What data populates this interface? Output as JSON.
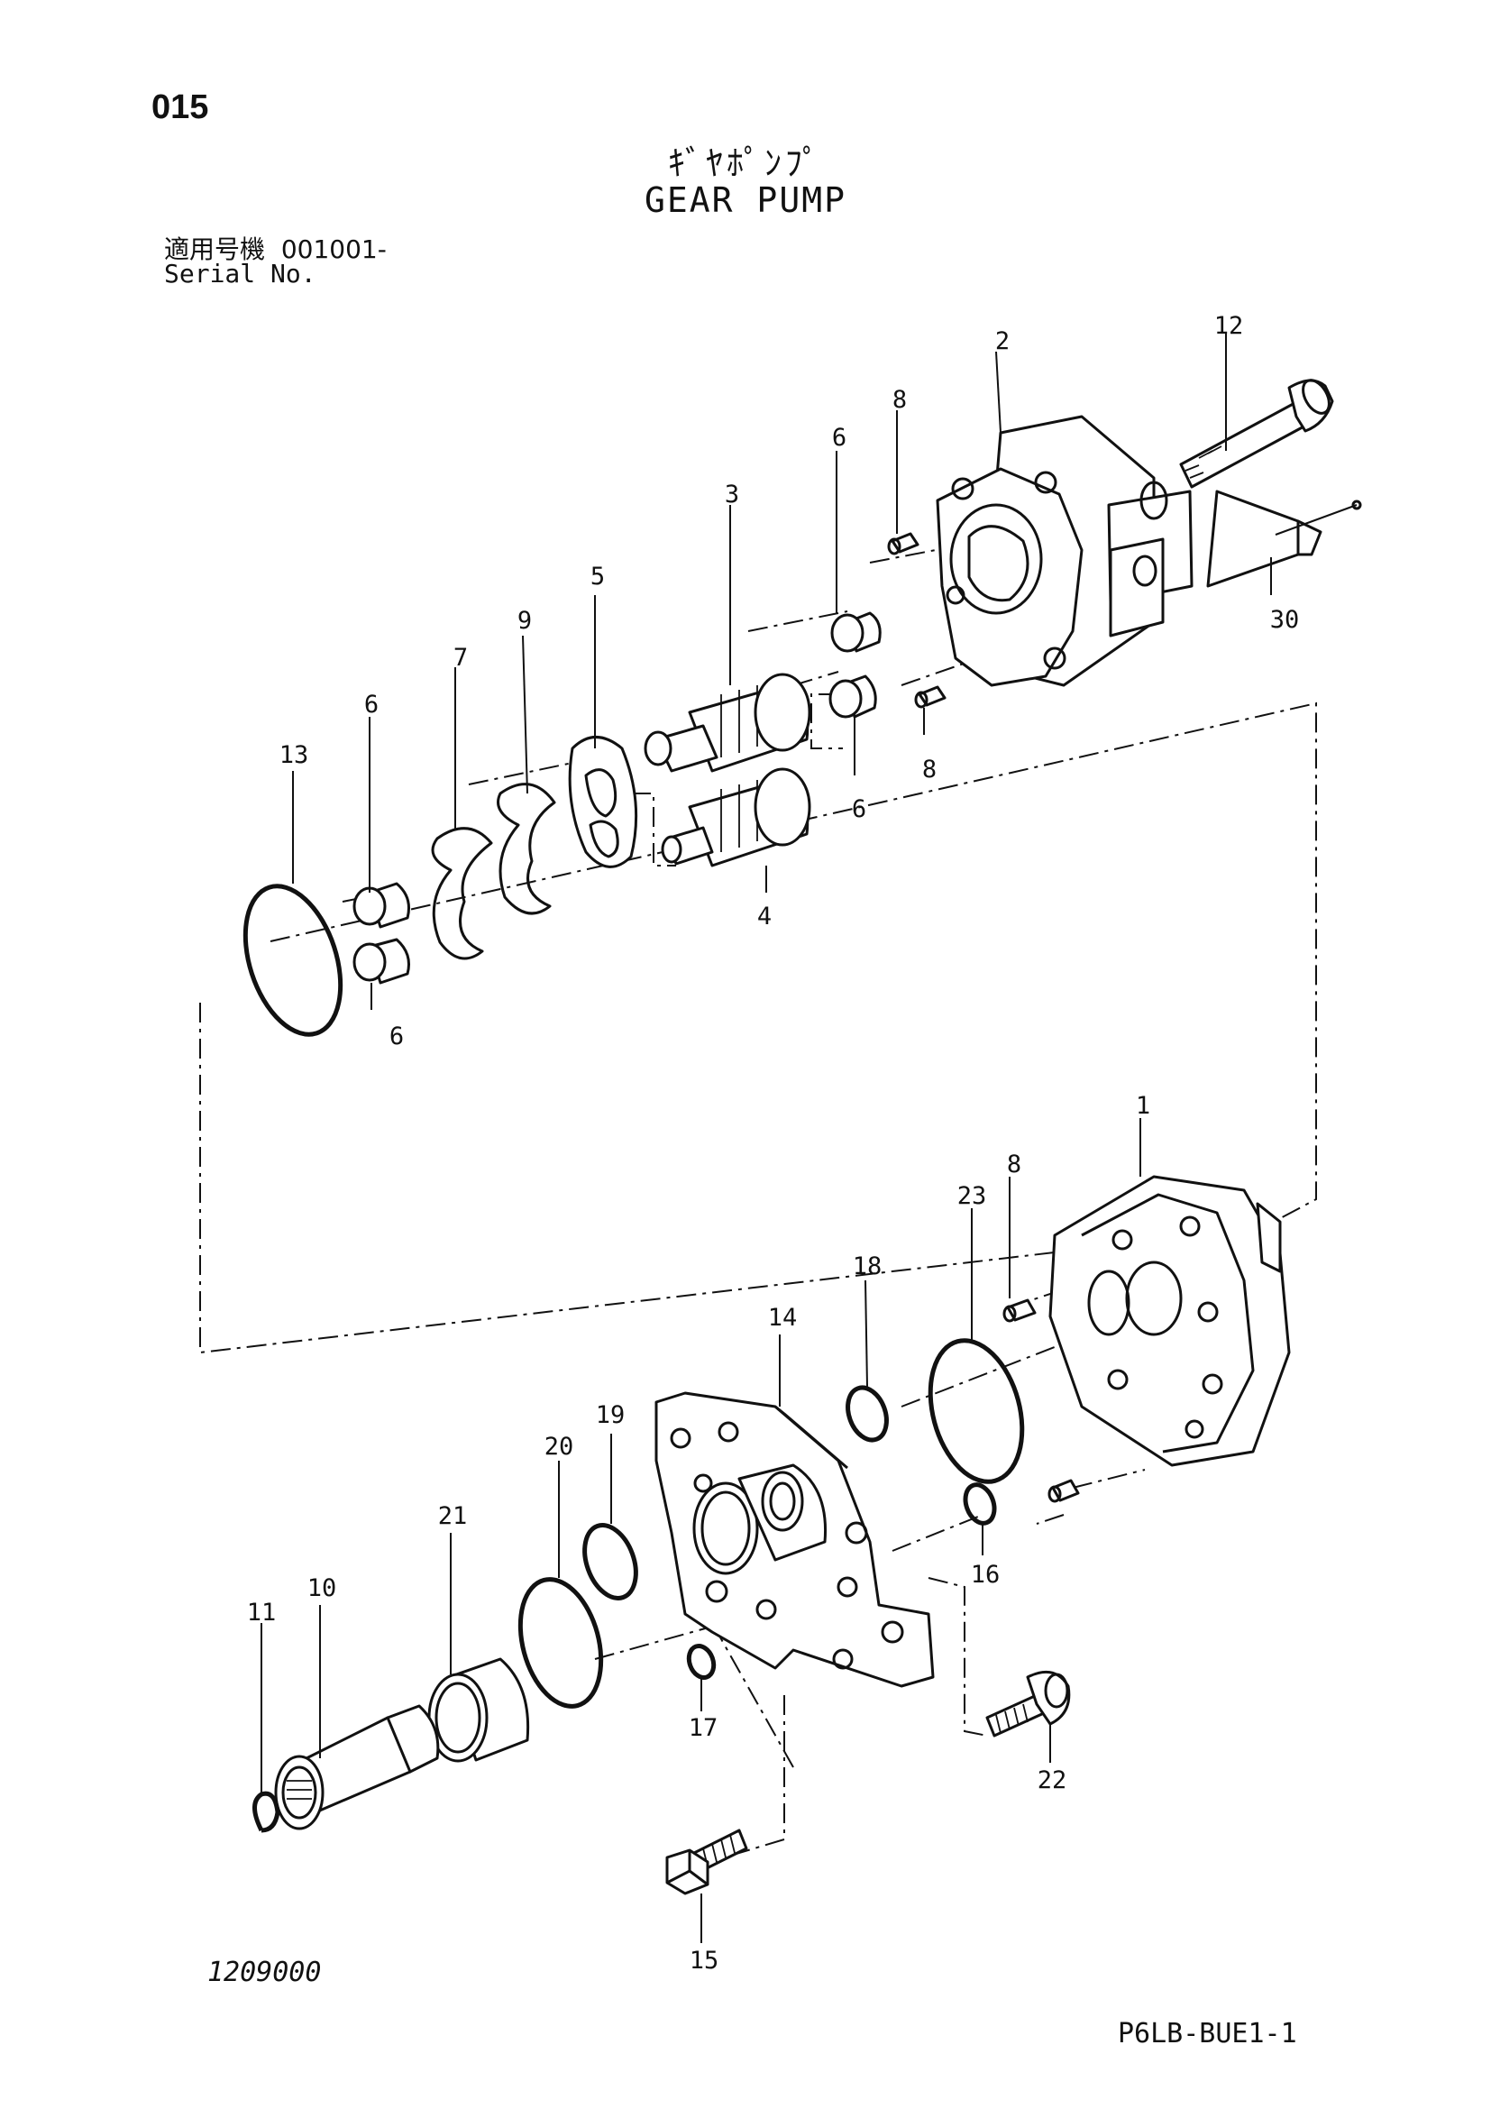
{
  "page_number": "015",
  "title_jp": "ｷﾞﾔﾎﾟﾝﾌﾟ",
  "title_en": "GEAR PUMP",
  "serial_label_jp": "適用号機",
  "serial_value": "001001-",
  "serial_label_en": "Serial No.",
  "drawing_number": "1209000",
  "doc_code": "P6LB-BUE1-1",
  "callouts": {
    "c1": "1",
    "c2": "2",
    "c3": "3",
    "c4": "4",
    "c5": "5",
    "c6a": "6",
    "c6b": "6",
    "c6c": "6",
    "c6d": "6",
    "c7": "7",
    "c8a": "8",
    "c8b": "8",
    "c8c": "8",
    "c9": "9",
    "c10": "10",
    "c11": "11",
    "c12": "12",
    "c13": "13",
    "c14": "14",
    "c15": "15",
    "c16": "16",
    "c17": "17",
    "c18": "18",
    "c19": "19",
    "c20": "20",
    "c21": "21",
    "c22": "22",
    "c23": "23",
    "c30": "30"
  }
}
